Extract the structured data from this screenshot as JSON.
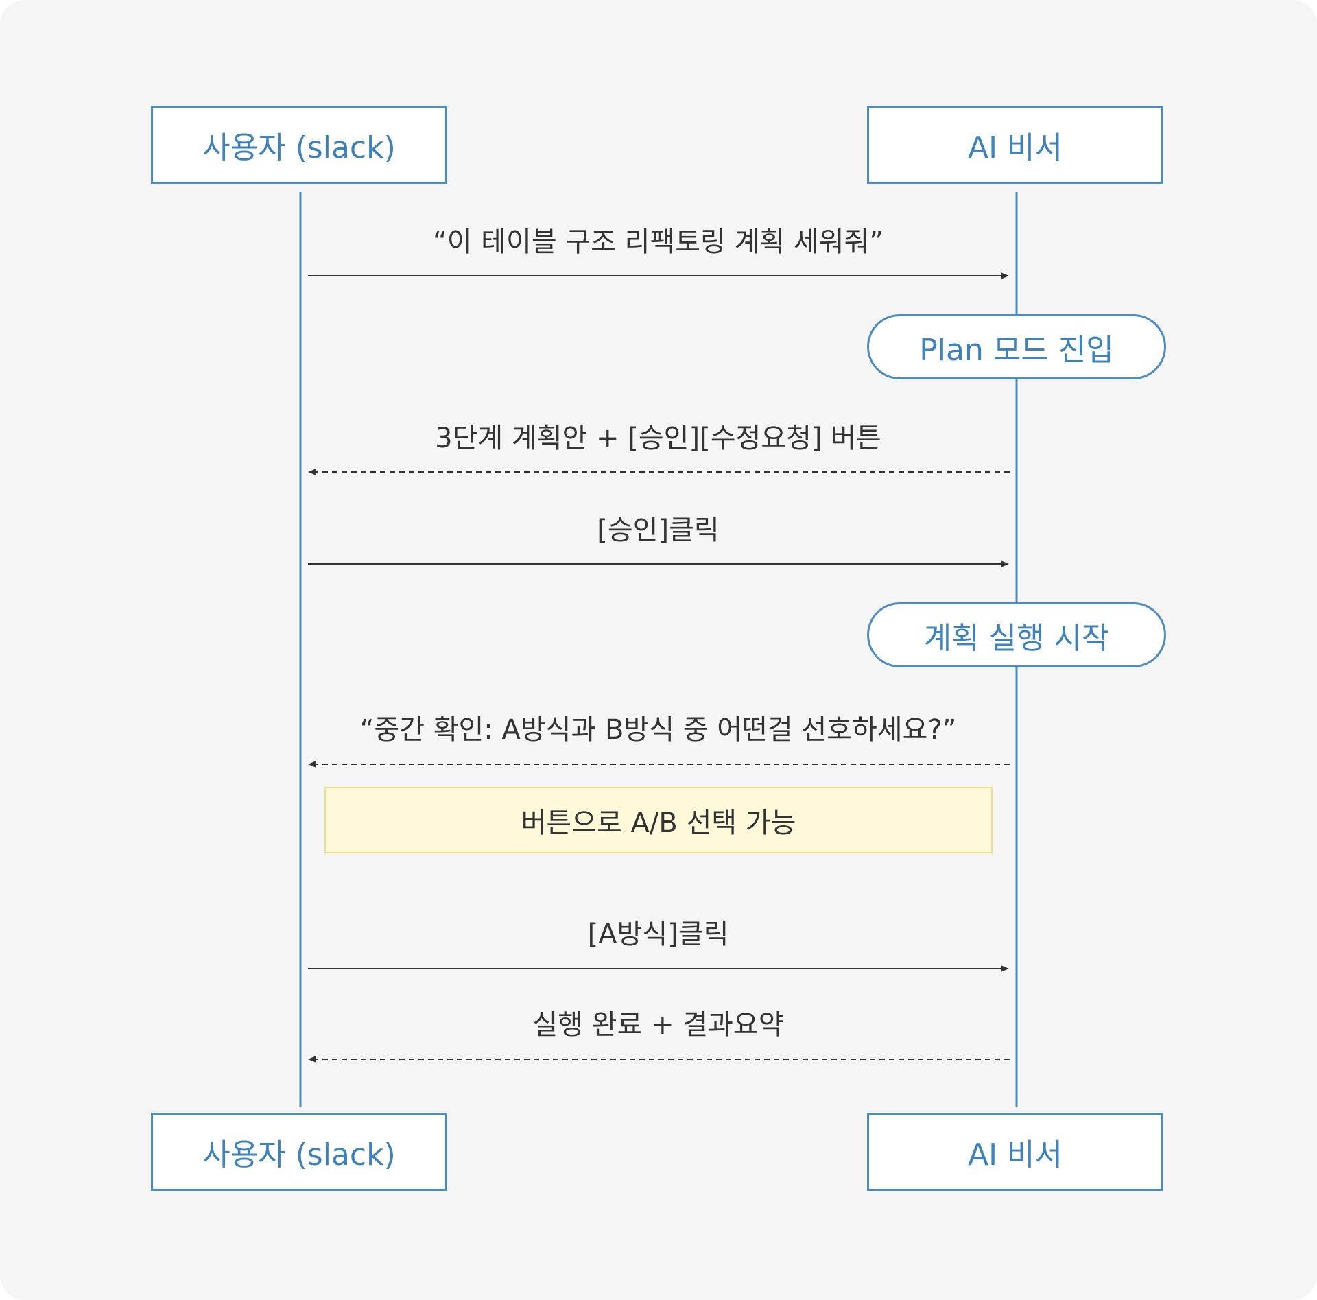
{
  "participants": {
    "user": "사용자 (slack)",
    "assistant": "AI 비서"
  },
  "messages": [
    {
      "text": "“이 테이블 구조 리팩토링 계획 세워줘”",
      "direction": "user-to-assistant",
      "style": "solid"
    },
    {
      "text": "3단계 계획안 + [승인][수정요청] 버튼",
      "direction": "assistant-to-user",
      "style": "dashed"
    },
    {
      "text": "[승인]클릭",
      "direction": "user-to-assistant",
      "style": "solid"
    },
    {
      "text": "“중간 확인: A방식과 B방식 중 어떤걸 선호하세요?”",
      "direction": "assistant-to-user",
      "style": "dashed"
    },
    {
      "text": "[A방식]클릭",
      "direction": "user-to-assistant",
      "style": "solid"
    },
    {
      "text": "실행 완료 + 결과요약",
      "direction": "assistant-to-user",
      "style": "dashed"
    }
  ],
  "states": [
    "Plan 모드 진입",
    "계획 실행 시작"
  ],
  "note": "버튼으로 A/B 선택 가능",
  "colors": {
    "actor_border": "#4a8cc4",
    "actor_text": "#3d82c0",
    "note_bg": "#fdf9d9",
    "arrow": "#333333"
  }
}
